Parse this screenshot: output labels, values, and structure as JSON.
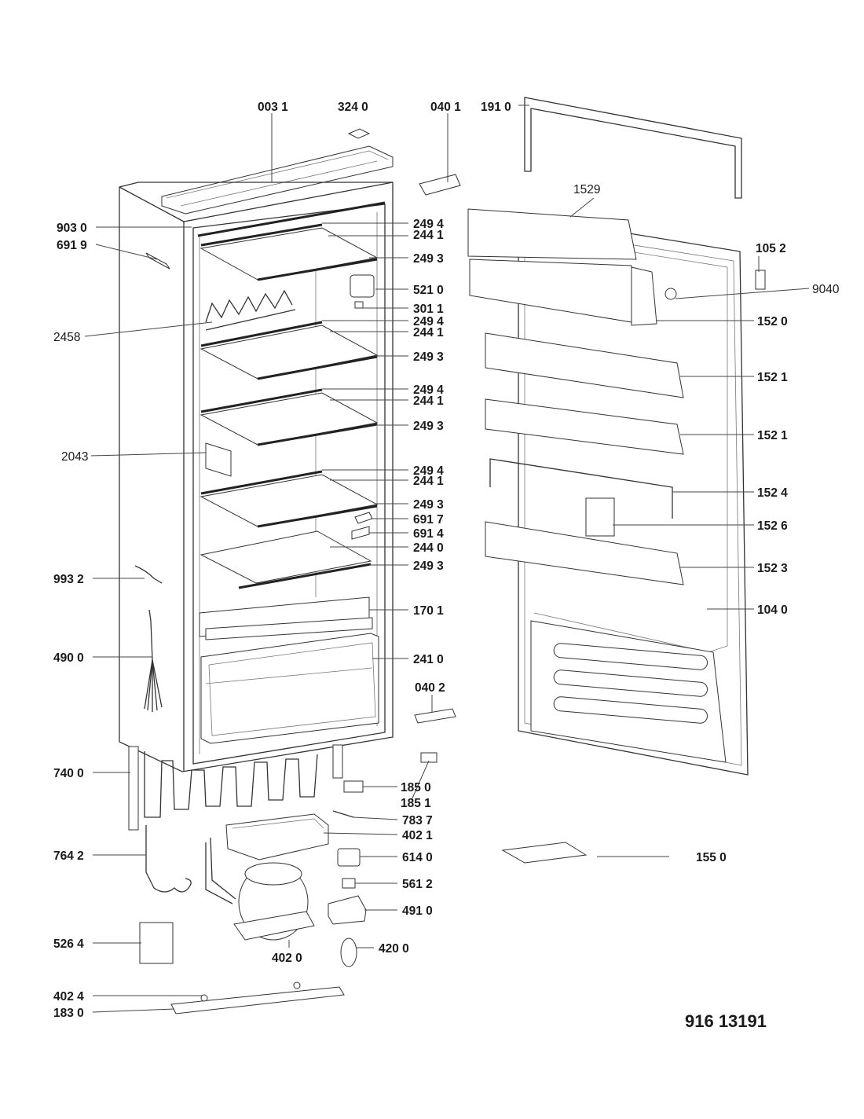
{
  "diagram": {
    "document_number": "916 13191",
    "labels": [
      {
        "id": "003_1",
        "text": "003 1"
      },
      {
        "id": "324_0",
        "text": "324 0"
      },
      {
        "id": "040_1",
        "text": "040 1"
      },
      {
        "id": "191_0",
        "text": "191 0"
      },
      {
        "id": "1529",
        "text": "1529"
      },
      {
        "id": "903_0",
        "text": "903 0"
      },
      {
        "id": "691_9",
        "text": "691 9"
      },
      {
        "id": "249_4_a",
        "text": "249 4"
      },
      {
        "id": "244_1_a",
        "text": "244 1"
      },
      {
        "id": "249_3_a",
        "text": "249 3"
      },
      {
        "id": "105_2",
        "text": "105 2"
      },
      {
        "id": "9040",
        "text": "9040"
      },
      {
        "id": "521_0",
        "text": "521 0"
      },
      {
        "id": "301_1",
        "text": "301 1"
      },
      {
        "id": "2458",
        "text": "2458"
      },
      {
        "id": "249_4_b",
        "text": "249 4"
      },
      {
        "id": "244_1_b",
        "text": "244 1"
      },
      {
        "id": "152_0",
        "text": "152 0"
      },
      {
        "id": "249_3_b",
        "text": "249 3"
      },
      {
        "id": "152_1_a",
        "text": "152 1"
      },
      {
        "id": "249_4_c",
        "text": "249 4"
      },
      {
        "id": "244_1_c",
        "text": "244 1"
      },
      {
        "id": "249_3_c",
        "text": "249 3"
      },
      {
        "id": "152_1_b",
        "text": "152 1"
      },
      {
        "id": "2043",
        "text": "2043"
      },
      {
        "id": "249_4_d",
        "text": "249 4"
      },
      {
        "id": "244_1_d",
        "text": "244 1"
      },
      {
        "id": "152_4",
        "text": "152 4"
      },
      {
        "id": "249_3_d",
        "text": "249 3"
      },
      {
        "id": "691_7",
        "text": "691 7"
      },
      {
        "id": "152_6",
        "text": "152 6"
      },
      {
        "id": "691_4",
        "text": "691 4"
      },
      {
        "id": "244_0",
        "text": "244 0"
      },
      {
        "id": "249_3_e",
        "text": "249 3"
      },
      {
        "id": "152_3",
        "text": "152 3"
      },
      {
        "id": "993_2",
        "text": "993 2"
      },
      {
        "id": "170_1",
        "text": "170 1"
      },
      {
        "id": "104_0",
        "text": "104 0"
      },
      {
        "id": "490_0",
        "text": "490 0"
      },
      {
        "id": "241_0",
        "text": "241 0"
      },
      {
        "id": "040_2",
        "text": "040 2"
      },
      {
        "id": "740_0",
        "text": "740 0"
      },
      {
        "id": "185_0",
        "text": "185 0"
      },
      {
        "id": "185_1",
        "text": "185 1"
      },
      {
        "id": "783_7",
        "text": "783 7"
      },
      {
        "id": "402_1",
        "text": "402 1"
      },
      {
        "id": "764_2",
        "text": "764 2"
      },
      {
        "id": "614_0",
        "text": "614 0"
      },
      {
        "id": "155_0",
        "text": "155 0"
      },
      {
        "id": "561_2",
        "text": "561 2"
      },
      {
        "id": "491_0",
        "text": "491 0"
      },
      {
        "id": "526_4",
        "text": "526 4"
      },
      {
        "id": "420_0",
        "text": "420 0"
      },
      {
        "id": "402_0",
        "text": "402 0"
      },
      {
        "id": "402_4",
        "text": "402 4"
      },
      {
        "id": "183_0",
        "text": "183 0"
      }
    ]
  }
}
